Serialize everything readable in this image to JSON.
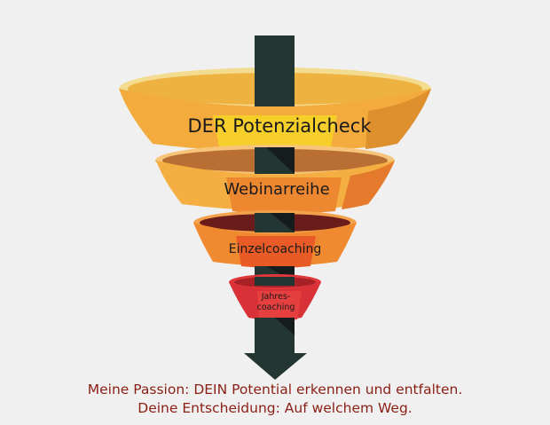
{
  "funnel": {
    "stages": [
      {
        "label": "DER Potenzialcheck",
        "color_band": "#f2ab3c",
        "color_front": "#f7cf2a",
        "color_rim": "#f3dc8f",
        "color_inner": "#eeb241"
      },
      {
        "label": "Webinarreihe",
        "color_band": "#f4ae42",
        "color_front": "#ee8830",
        "color_rim": "#f6c57a",
        "color_inner": "#b96e33"
      },
      {
        "label": "Einzelcoaching",
        "color_band": "#f08a30",
        "color_front": "#e85a26",
        "color_rim": "#f3a24b",
        "color_inner": "#6a1c1a"
      },
      {
        "label": "Jahres-\ncoaching",
        "label_line1": "Jahres-",
        "label_line2": "coaching",
        "color_band": "#d83238",
        "color_front": "#e5403f",
        "color_rim": "#e0373b",
        "color_inner": "#a72127"
      }
    ],
    "arrow_color": "#243632"
  },
  "caption": {
    "line1": "Meine Passion: DEIN Potential erkennen und entfalten.",
    "line2": "Deine Entscheidung: Auf welchem Weg."
  }
}
